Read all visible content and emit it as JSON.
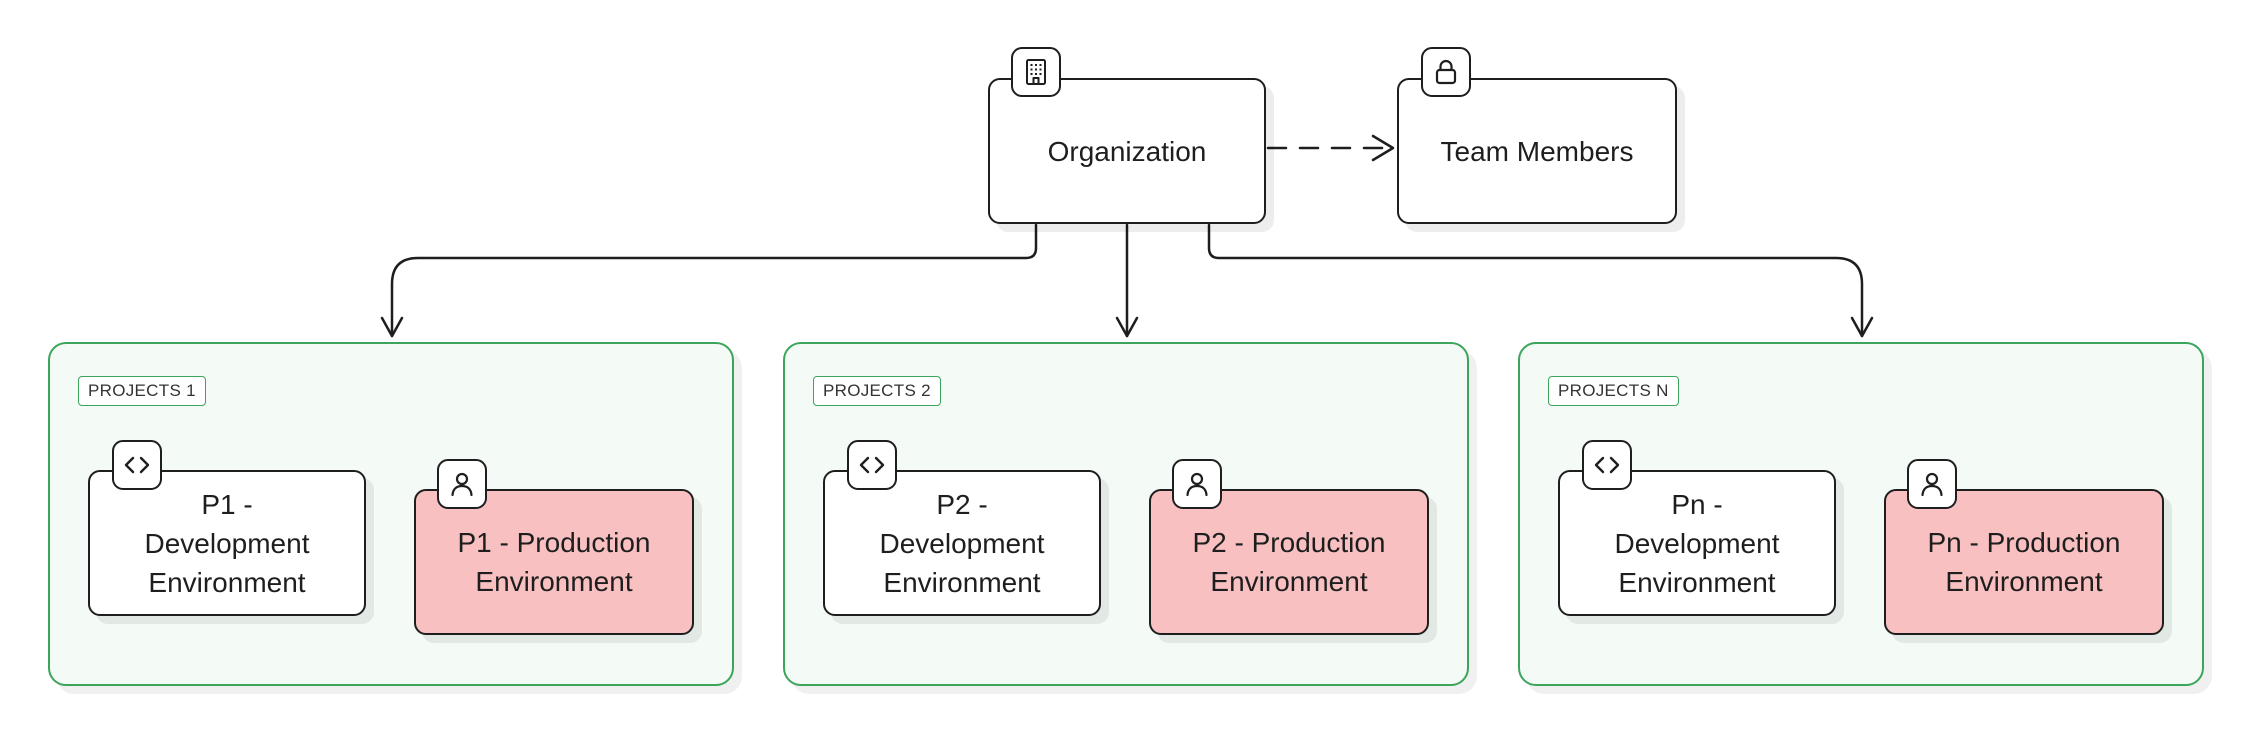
{
  "colors": {
    "stroke": "#1e1e1e",
    "group_border": "#3ca55c",
    "group_fill": "#f4faf5",
    "production_fill": "#f8c0c1"
  },
  "organization": {
    "label": "Organization",
    "icon": "building-icon"
  },
  "team_members": {
    "label": "Team Members",
    "icon": "lock-icon"
  },
  "projects": [
    {
      "label": "PROJECTS 1",
      "development": {
        "lines": [
          "P1 -",
          "Development",
          "Environment"
        ],
        "icon": "code-icon"
      },
      "production": {
        "lines": [
          "P1 - Production",
          "Environment"
        ],
        "icon": "user-icon"
      }
    },
    {
      "label": "PROJECTS 2",
      "development": {
        "lines": [
          "P2 -",
          "Development",
          "Environment"
        ],
        "icon": "code-icon"
      },
      "production": {
        "lines": [
          "P2 - Production",
          "Environment"
        ],
        "icon": "user-icon"
      }
    },
    {
      "label": "PROJECTS N",
      "development": {
        "lines": [
          "Pn -",
          "Development",
          "Environment"
        ],
        "icon": "code-icon"
      },
      "production": {
        "lines": [
          "Pn - Production",
          "Environment"
        ],
        "icon": "user-icon"
      }
    }
  ]
}
